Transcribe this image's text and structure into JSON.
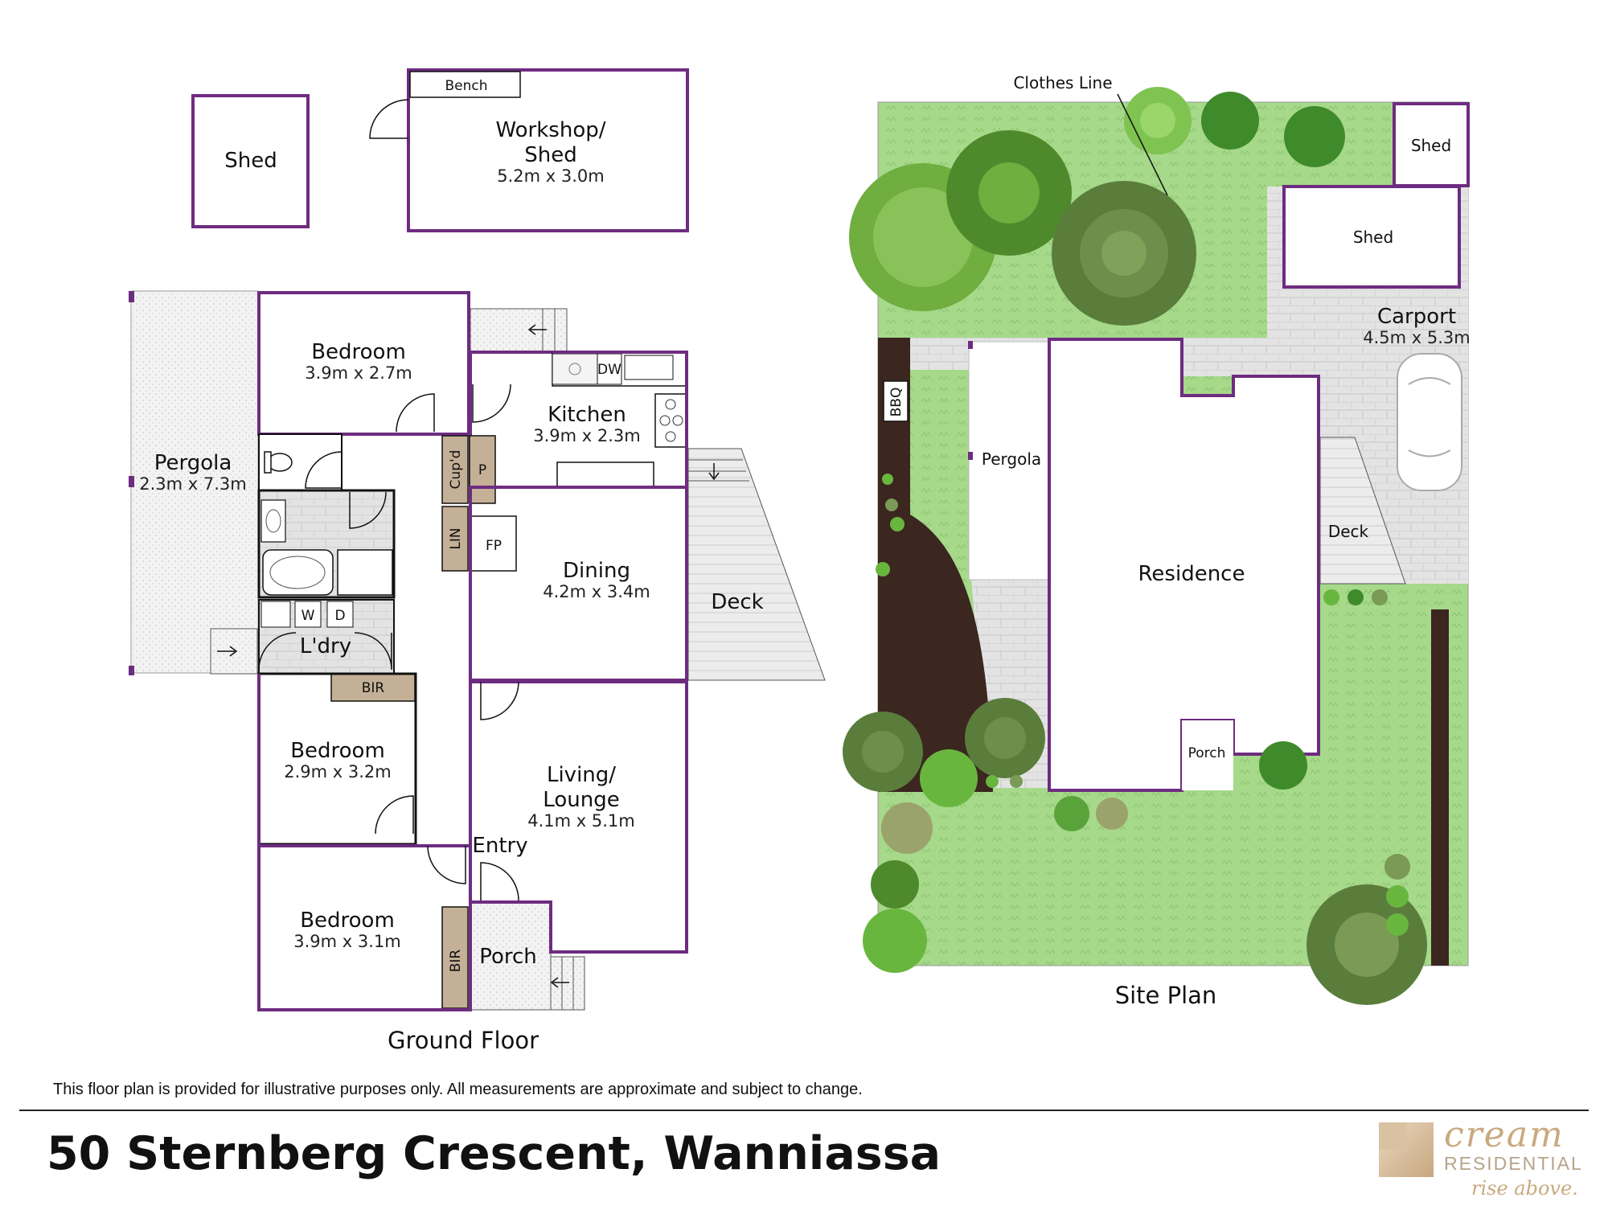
{
  "ground_floor": {
    "title": "Ground Floor",
    "rooms": {
      "shed_small": {
        "name": "Shed"
      },
      "workshop": {
        "name_line1": "Workshop/",
        "name_line2": "Shed",
        "dims": "5.2m x 3.0m"
      },
      "bench": {
        "name": "Bench"
      },
      "pergola": {
        "name": "Pergola",
        "dims": "2.3m x 7.3m"
      },
      "bedroom1": {
        "name": "Bedroom",
        "dims": "3.9m x 2.7m"
      },
      "kitchen": {
        "name": "Kitchen",
        "dims": "3.9m x 2.3m"
      },
      "dw": {
        "name": "DW"
      },
      "cupd": {
        "name": "Cup'd"
      },
      "pantry": {
        "name": "P"
      },
      "lin": {
        "name": "LIN"
      },
      "fp": {
        "name": "FP"
      },
      "dining": {
        "name": "Dining",
        "dims": "4.2m x 3.4m"
      },
      "deck": {
        "name": "Deck"
      },
      "w": {
        "name": "W"
      },
      "d": {
        "name": "D"
      },
      "laundry": {
        "name": "L'dry"
      },
      "bir1": {
        "name": "BIR"
      },
      "bedroom2": {
        "name": "Bedroom",
        "dims": "2.9m x 3.2m"
      },
      "living": {
        "name_line1": "Living/",
        "name_line2": "Lounge",
        "dims": "4.1m x 5.1m"
      },
      "entry": {
        "name": "Entry"
      },
      "bedroom3": {
        "name": "Bedroom",
        "dims": "3.9m x 3.1m"
      },
      "bir2": {
        "name": "BIR"
      },
      "porch": {
        "name": "Porch"
      }
    }
  },
  "site_plan": {
    "title": "Site Plan",
    "labels": {
      "clothes_line": "Clothes Line",
      "shed1": "Shed",
      "shed2": "Shed",
      "carport": "Carport",
      "carport_dims": "4.5m x 5.3m",
      "bbq": "BBQ",
      "pergola": "Pergola",
      "residence": "Residence",
      "deck": "Deck",
      "porch": "Porch"
    }
  },
  "footer": {
    "disclaimer": "This floor plan is provided for illustrative purposes only. All measurements are approximate and subject to change.",
    "address": "50 Sternberg Crescent, Wanniassa",
    "logo_word": "cream",
    "logo_sub": "RESIDENTIAL",
    "logo_tagline": "rise above."
  },
  "colors": {
    "wall": "#6e2c80",
    "lawn": "#a8d98a",
    "paving": "#dcdcdc",
    "garden_bed": "#3b2620",
    "joinery": "#c4b096",
    "tree_dark": "#5a7d3c",
    "tree_mid": "#6fae3f"
  }
}
